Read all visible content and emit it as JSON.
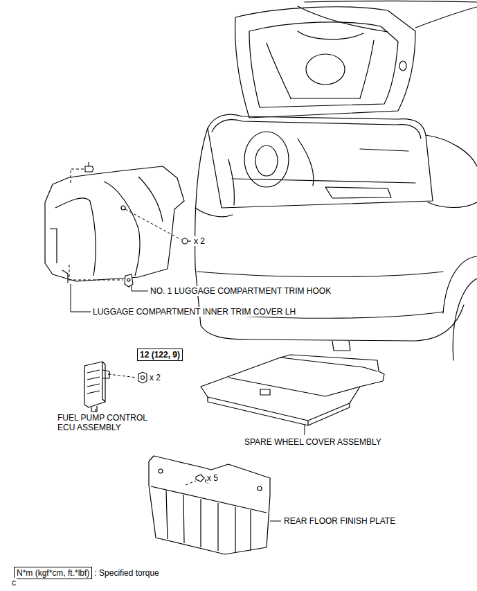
{
  "diagram": {
    "nodes": [
      {
        "text": [
          "12 (122, 9)"
        ]
      },
      {
        "text": [
          "N*m (kgf*cm, ft.*lbf)"
        ]
      }
    ],
    "labels": [
      "x 2",
      "NO. 1 LUGGAGE COMPARTMENT TRIM HOOK",
      "LUGGAGE COMPARTMENT INNER TRIM COVER LH",
      "x 2",
      "FUEL PUMP CONTROL ECU ASSEMBLY",
      "SPARE WHEEL COVER ASSEMBLY",
      "x 5",
      "REAR FLOOR FINISH PLATE",
      ": Specified torque",
      "c"
    ]
  }
}
